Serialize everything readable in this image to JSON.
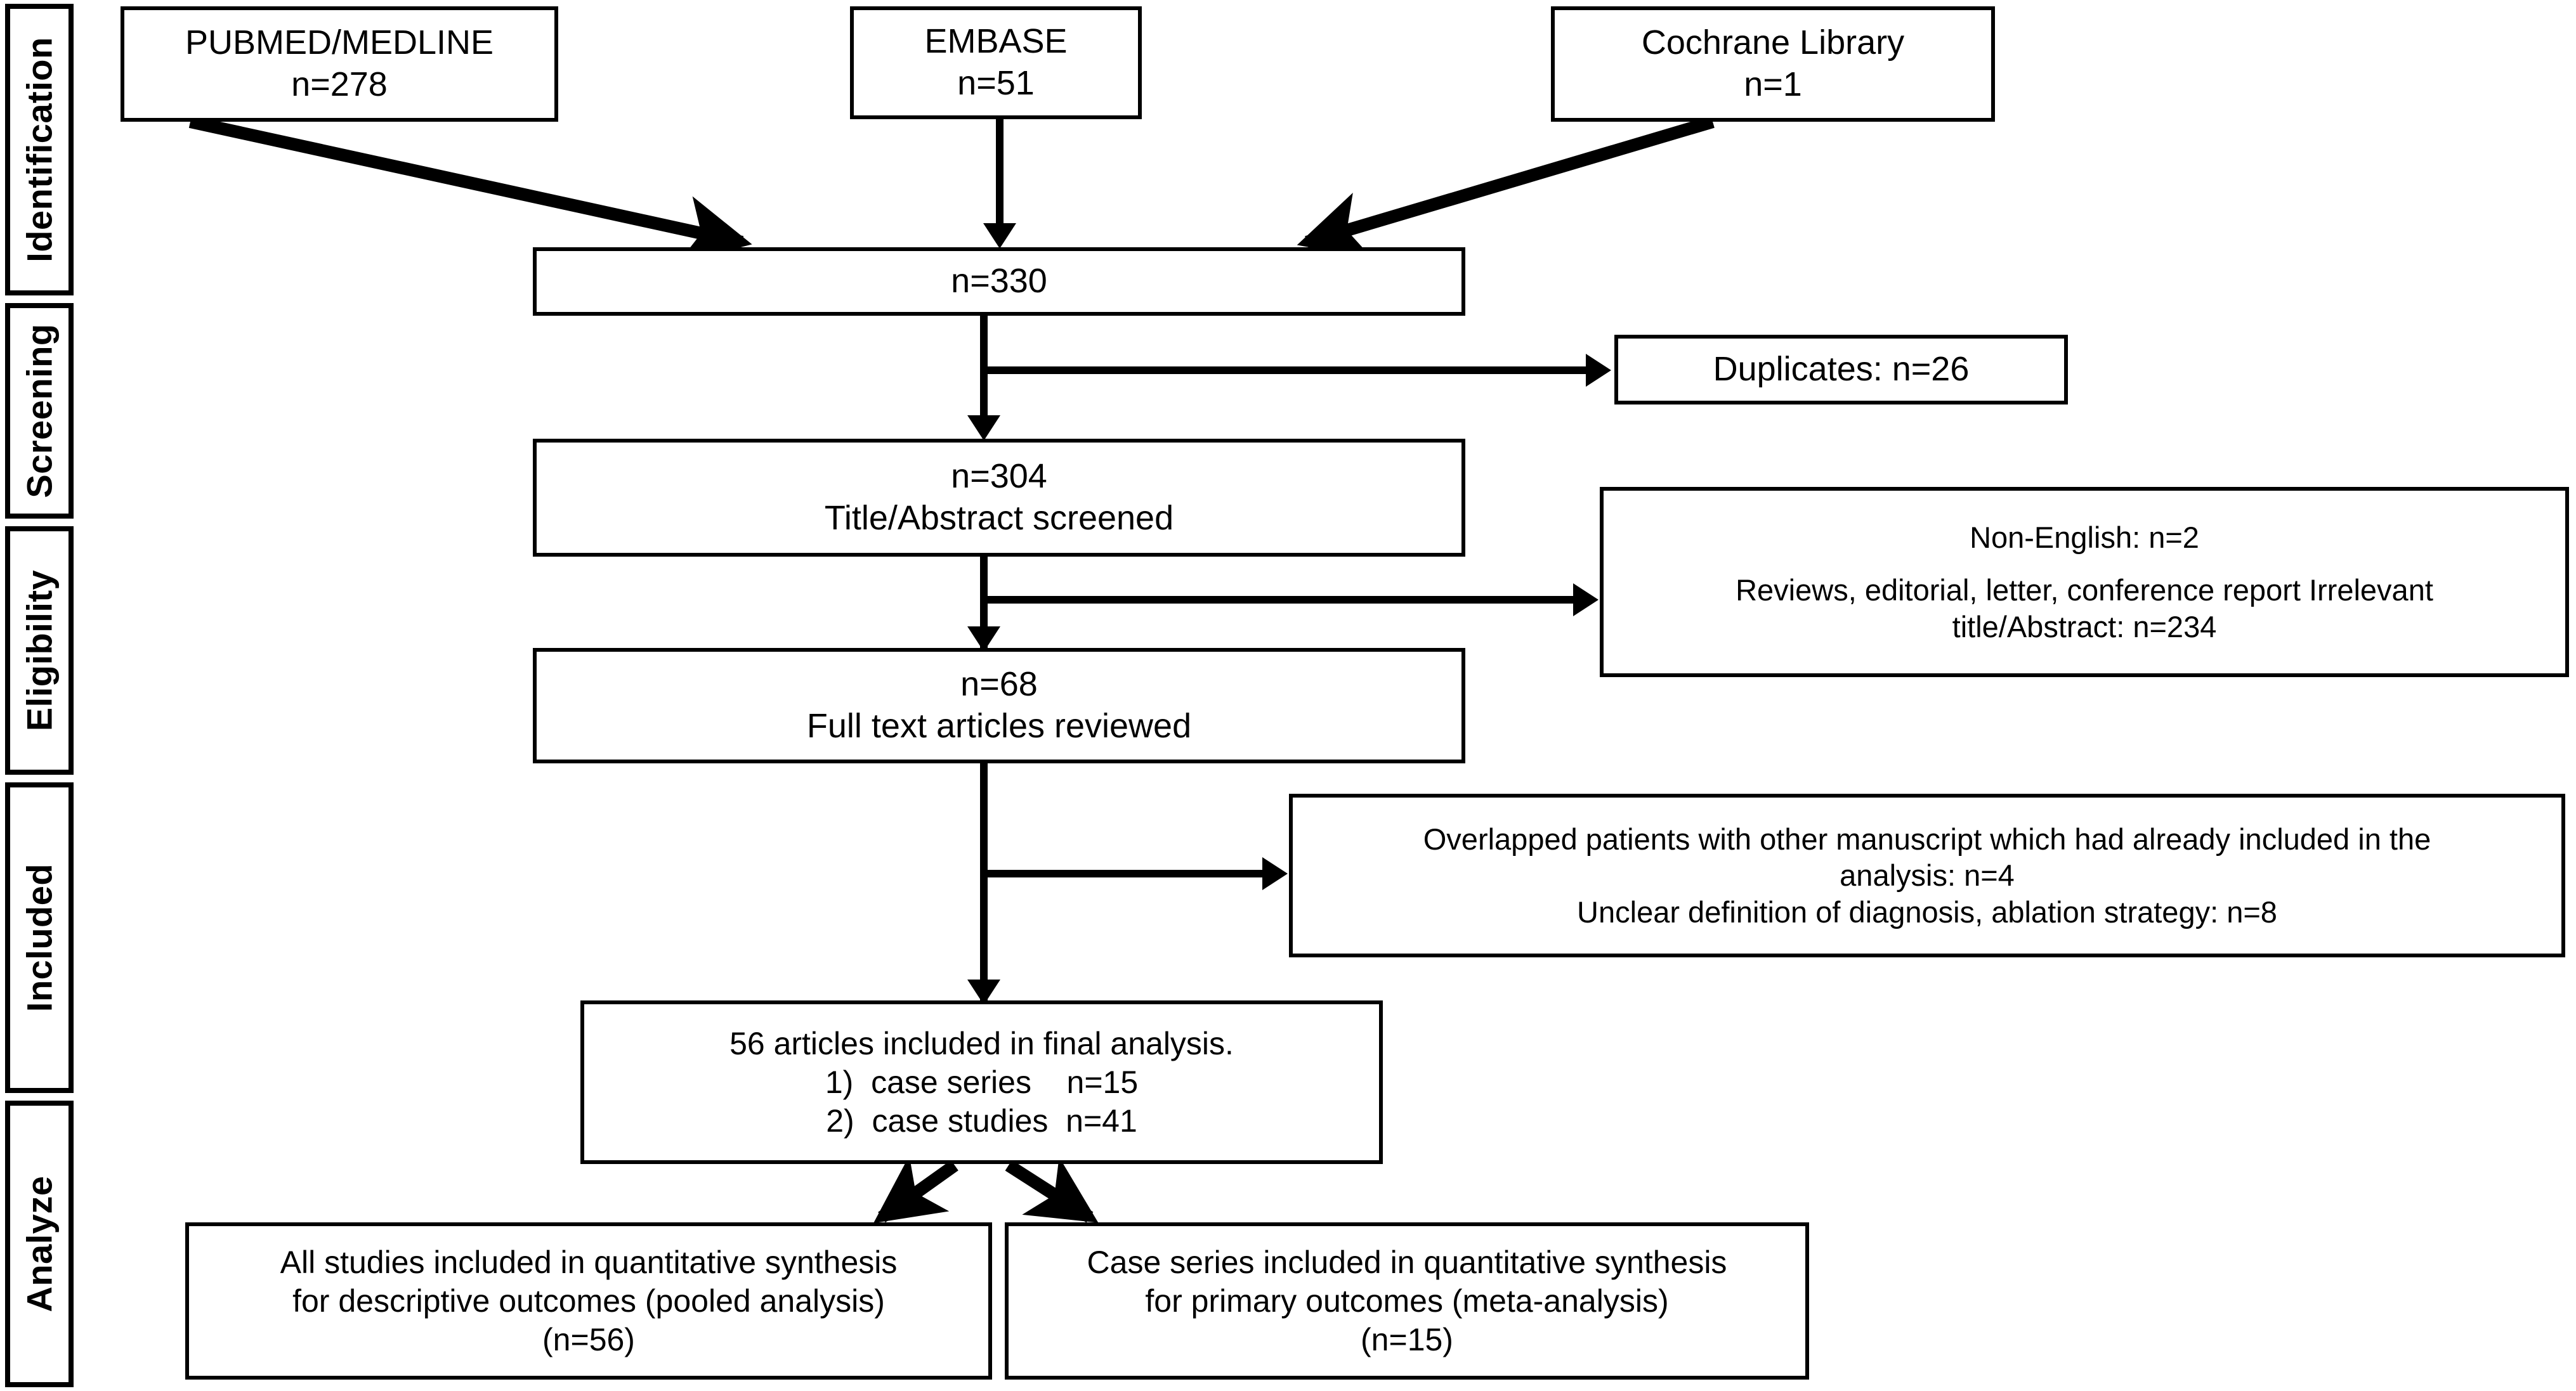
{
  "figure": {
    "type": "prisma-flow-diagram",
    "title": "PRISMA study selection flow diagram"
  },
  "stages": [
    {
      "id": "identification",
      "label": "Identification"
    },
    {
      "id": "screening",
      "label": "Screening"
    },
    {
      "id": "eligibility",
      "label": "Eligibility"
    },
    {
      "id": "included",
      "label": "Included"
    },
    {
      "id": "analyze",
      "label": "Analyze"
    }
  ],
  "sources": [
    {
      "id": "pubmed",
      "name": "PUBMED/MEDLINE",
      "count": "n=278"
    },
    {
      "id": "embase",
      "name": "EMBASE",
      "count": "n=51"
    },
    {
      "id": "cochrane",
      "name": "Cochrane Library",
      "count": "n=1"
    }
  ],
  "nodes": {
    "records_identified": {
      "line1": "n=330"
    },
    "duplicates": {
      "line1": "Duplicates: n=26"
    },
    "screened": {
      "line1": "n=304",
      "line2": "Title/Abstract screened"
    },
    "excluded_screening": {
      "line1": "Non-English: n=2",
      "line2": "Reviews, editorial, letter, conference report Irrelevant",
      "line3": "title/Abstract: n=234"
    },
    "fulltext": {
      "line1": "n=68",
      "line2": "Full text articles reviewed"
    },
    "excluded_eligibility": {
      "line1": "Overlapped patients with other manuscript which had already included in the",
      "line2": "analysis: n=4",
      "line3": "Unclear definition of diagnosis, ablation strategy: n=8"
    },
    "included_final": {
      "line1": "56 articles included in final analysis.",
      "line2": "1)  case series    n=15",
      "line3": "2)  case studies  n=41"
    },
    "synthesis_all": {
      "line1": "All studies included in quantitative synthesis",
      "line2": "for descriptive outcomes (pooled analysis)",
      "line3": "(n=56)"
    },
    "synthesis_caseseries": {
      "line1": "Case series included in quantitative synthesis",
      "line2": "for primary outcomes (meta-analysis)",
      "line3": "(n=15)"
    }
  },
  "colors": {
    "stroke": "#000000",
    "fill": "#ffffff",
    "text": "#000000"
  }
}
